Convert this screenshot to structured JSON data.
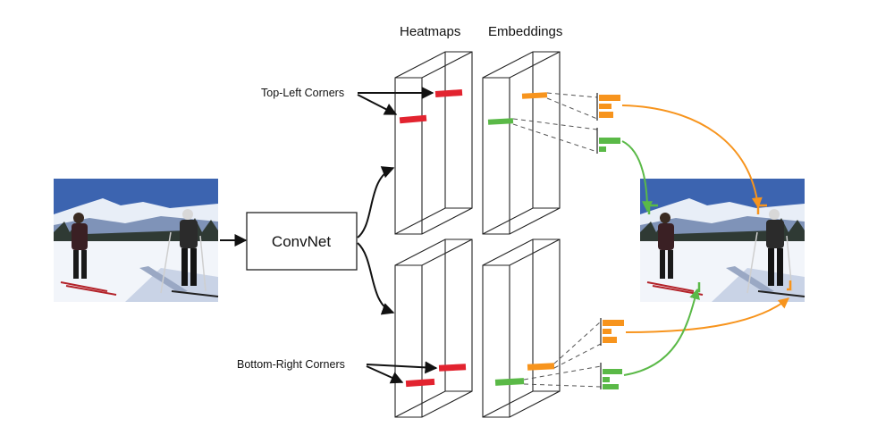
{
  "labels": {
    "heatmaps": "Heatmaps",
    "embeddings": "Embeddings",
    "convnet": "ConvNet",
    "top_left": "Top-Left Corners",
    "bottom_right": "Bottom-Right Corners"
  },
  "colors": {
    "red": "#e2232f",
    "orange": "#f7941d",
    "green": "#5ab947",
    "sky": "#2a4c8e",
    "snow": "#e8eef7",
    "mountain": "#7f93b8",
    "trees": "#2f3a34"
  },
  "images": {
    "input": "ski-photo-input",
    "output": "ski-photo-output"
  }
}
